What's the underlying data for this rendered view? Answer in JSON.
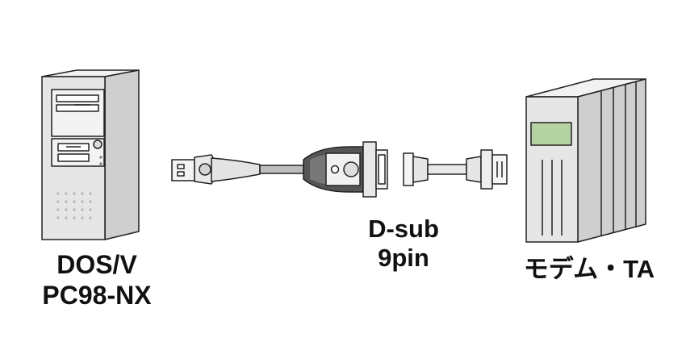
{
  "labels": {
    "pc_line1": "DOS/V",
    "pc_line2": "PC98-NX",
    "connector_line1": "D-sub",
    "connector_line2": "9pin",
    "modem": "モデム・TA"
  },
  "colors": {
    "device_fill": "#e6e6e6",
    "device_shade": "#cfcfcf",
    "outline": "#222222",
    "cable_dark": "#4a4a4a",
    "lcd_green": "#b5d3a2"
  },
  "icons": {
    "pc": "desktop-tower-pc-icon",
    "cable": "usb-serial-cable-icon",
    "adapter": "dsub-gender-adapter-icon",
    "modem": "modem-tower-icon"
  }
}
